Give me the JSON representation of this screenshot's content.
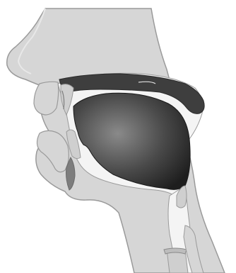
{
  "diagram": {
    "type": "sagittal-section",
    "subject": "head-vocal-tract",
    "labels": [],
    "colors": {
      "background": "#ffffff",
      "skin": "#d6d6d6",
      "outline": "#9a9a9a",
      "cavity": "#f4f4f4",
      "palate": "#3e3e3e",
      "tongue_center": "#8a8a8a",
      "tongue_edge": "#1e1e1e",
      "teeth": "#cfcfcf",
      "lip_dark": "#7d7d7d"
    },
    "parts": [
      {
        "id": "nose",
        "name": "nose-shape"
      },
      {
        "id": "upper-lip",
        "name": "upper-lip-shape"
      },
      {
        "id": "lower-lip",
        "name": "lower-lip-shape"
      },
      {
        "id": "upper-teeth",
        "name": "upper-teeth-shape"
      },
      {
        "id": "lower-teeth",
        "name": "lower-teeth-shape"
      },
      {
        "id": "palate",
        "name": "hard-palate-shape"
      },
      {
        "id": "velum",
        "name": "velum-shape"
      },
      {
        "id": "tongue",
        "name": "tongue-shape"
      },
      {
        "id": "epiglottis",
        "name": "epiglottis-shape"
      },
      {
        "id": "larynx",
        "name": "larynx-shape"
      }
    ]
  }
}
